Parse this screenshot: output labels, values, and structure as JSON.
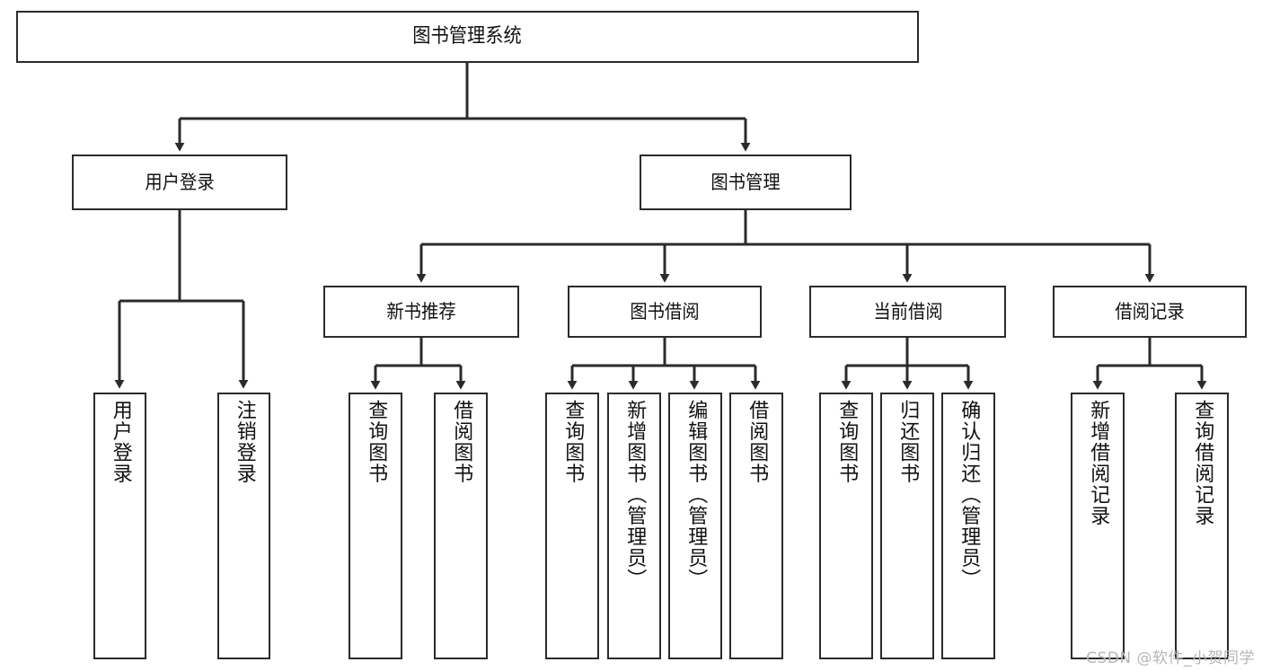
{
  "diagram": {
    "type": "tree-hierarchy",
    "title": "图书管理系统",
    "watermark": "CSDN @软件_小贺同学",
    "colors": {
      "background": "#ffffff",
      "box_border": "#2b2b2b",
      "box_fill": "#ffffff",
      "text": "#111111",
      "edge": "#2b2b2b",
      "watermark": "#b6b6b6"
    },
    "levels": 4,
    "nodes": {
      "root": {
        "label": "图书管理系统",
        "orientation": "horizontal"
      },
      "level2": [
        {
          "label": "用户登录",
          "orientation": "horizontal"
        },
        {
          "label": "图书管理",
          "orientation": "horizontal"
        }
      ],
      "level3": [
        {
          "label": "新书推荐",
          "orientation": "horizontal"
        },
        {
          "label": "图书借阅",
          "orientation": "horizontal"
        },
        {
          "label": "当前借阅",
          "orientation": "horizontal"
        },
        {
          "label": "借阅记录",
          "orientation": "horizontal"
        }
      ],
      "leaves": {
        "user_login": [
          {
            "label": "用户登录",
            "orientation": "vertical"
          },
          {
            "label": "注销登录",
            "orientation": "vertical"
          }
        ],
        "new_book_recommend": [
          {
            "label": "查询图书",
            "orientation": "vertical"
          },
          {
            "label": "借阅图书",
            "orientation": "vertical"
          }
        ],
        "book_borrow": [
          {
            "label": "查询图书",
            "orientation": "vertical"
          },
          {
            "label": "新增图书（管理员）",
            "orientation": "vertical"
          },
          {
            "label": "编辑图书（管理员）",
            "orientation": "vertical"
          },
          {
            "label": "借阅图书",
            "orientation": "vertical"
          }
        ],
        "current_borrow": [
          {
            "label": "查询图书",
            "orientation": "vertical"
          },
          {
            "label": "归还图书",
            "orientation": "vertical"
          },
          {
            "label": "确认归还（管理员）",
            "orientation": "vertical"
          }
        ],
        "borrow_record": [
          {
            "label": "新增借阅记录",
            "orientation": "vertical"
          },
          {
            "label": "查询借阅记录",
            "orientation": "vertical"
          }
        ]
      }
    },
    "edges": [
      {
        "from": "图书管理系统",
        "to": "用户登录"
      },
      {
        "from": "图书管理系统",
        "to": "图书管理"
      },
      {
        "from": "用户登录",
        "to": "用户登录"
      },
      {
        "from": "用户登录",
        "to": "注销登录"
      },
      {
        "from": "图书管理",
        "to": "新书推荐"
      },
      {
        "from": "图书管理",
        "to": "图书借阅"
      },
      {
        "from": "图书管理",
        "to": "当前借阅"
      },
      {
        "from": "图书管理",
        "to": "借阅记录"
      },
      {
        "from": "新书推荐",
        "to": "查询图书"
      },
      {
        "from": "新书推荐",
        "to": "借阅图书"
      },
      {
        "from": "图书借阅",
        "to": "查询图书"
      },
      {
        "from": "图书借阅",
        "to": "新增图书（管理员）"
      },
      {
        "from": "图书借阅",
        "to": "编辑图书（管理员）"
      },
      {
        "from": "图书借阅",
        "to": "借阅图书"
      },
      {
        "from": "当前借阅",
        "to": "查询图书"
      },
      {
        "from": "当前借阅",
        "to": "归还图书"
      },
      {
        "from": "当前借阅",
        "to": "确认归还（管理员）"
      },
      {
        "from": "借阅记录",
        "to": "新增借阅记录"
      },
      {
        "from": "借阅记录",
        "to": "查询借阅记录"
      }
    ]
  }
}
